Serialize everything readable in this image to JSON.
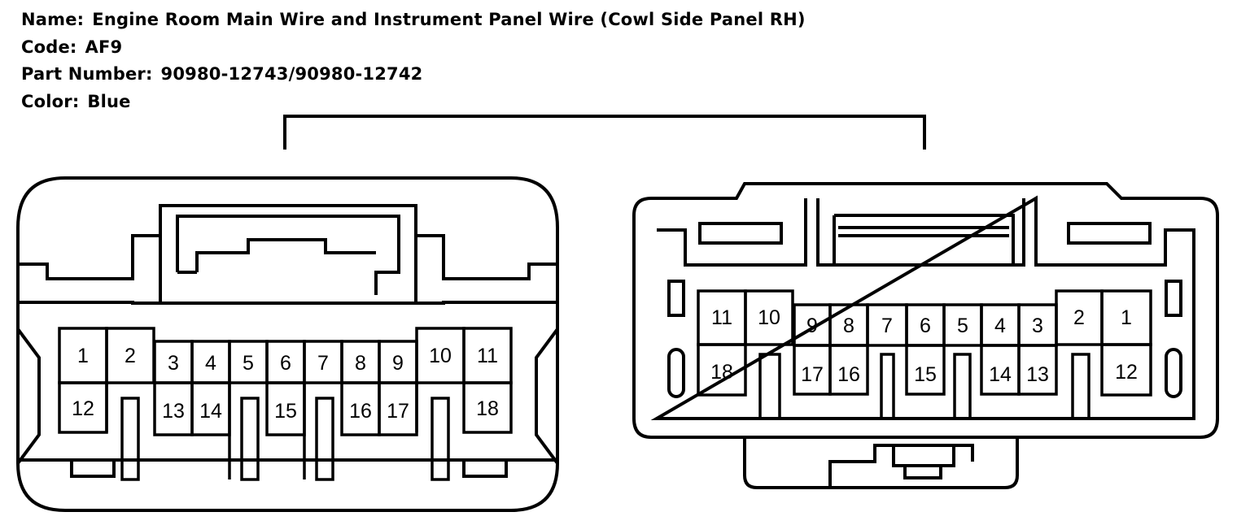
{
  "header": {
    "name_label": "Name:",
    "name_value": "Engine Room Main Wire and Instrument Panel Wire (Cowl Side Panel RH)",
    "code_label": "Code:",
    "code_value": "AF9",
    "part_label": "Part Number:",
    "part_value": "90980-12743/90980-12742",
    "color_label": "Color:",
    "color_value": "Blue"
  },
  "left_connector": {
    "pins_top": [
      "1",
      "2",
      "3",
      "4",
      "5",
      "6",
      "7",
      "8",
      "9",
      "10",
      "11"
    ],
    "pins_bottom": [
      "12",
      "13",
      "14",
      "15",
      "16",
      "17",
      "18"
    ]
  },
  "right_connector": {
    "pins_top": [
      "11",
      "10",
      "9",
      "8",
      "7",
      "6",
      "5",
      "4",
      "3",
      "2",
      "1"
    ],
    "pins_bottom": [
      "18",
      "17",
      "16",
      "15",
      "14",
      "13",
      "12"
    ]
  },
  "colors": {
    "line": "#000000",
    "background": "#ffffff"
  }
}
